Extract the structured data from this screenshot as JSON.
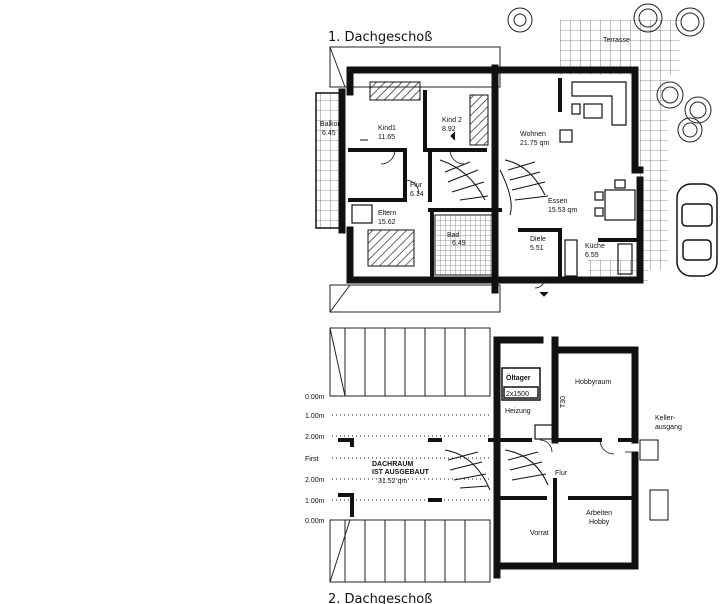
{
  "titles": {
    "upper": "1. Dachgeschoß",
    "lower": "2. Dachgeschoß"
  },
  "rooms": {
    "balkon": {
      "name": "Balkon",
      "area": "6.45"
    },
    "kind1": {
      "name": "Kind1",
      "area": "11.65"
    },
    "kind2": {
      "name": "Kind 2",
      "area": "8.92"
    },
    "flur1": {
      "name": "Flur",
      "area": "6.14"
    },
    "eltern": {
      "name": "Eltern",
      "area": "15.62"
    },
    "bad": {
      "name": "Bad",
      "area": "6.49"
    },
    "wohnen": {
      "name": "Wohnen",
      "area": "21.75 qm"
    },
    "essen": {
      "name": "Essen",
      "area": "15.53 qm"
    },
    "diele": {
      "name": "Diele",
      "area": "5.51"
    },
    "kueche": {
      "name": "Küche",
      "area": "6.55"
    },
    "terrasse": {
      "name": "Terrasse"
    },
    "oeltank": {
      "name": "Öltager",
      "size": "2x1500"
    },
    "heizung": {
      "name": "Heizung"
    },
    "hobbyraum": {
      "name": "Hobbyraum"
    },
    "flur2": {
      "name": "Flur"
    },
    "vorrat": {
      "name": "Vorrat"
    },
    "arbeiten": {
      "name": "Arbeiten",
      "sub": "Hobby"
    },
    "kellerausgang": {
      "name": "Keller-",
      "sub": "ausgang"
    },
    "dachraum": {
      "line1": "DACHRAUM",
      "line2": "IST AUSGEBAUT",
      "area": "31.52 qm"
    },
    "t30": "T30"
  },
  "heights": [
    "0.00m",
    "1.00m",
    "2.00m",
    "First",
    "2.00m",
    "1.00m",
    "0.00m"
  ],
  "colors": {
    "ink": "#111111",
    "paper": "#ffffff"
  }
}
